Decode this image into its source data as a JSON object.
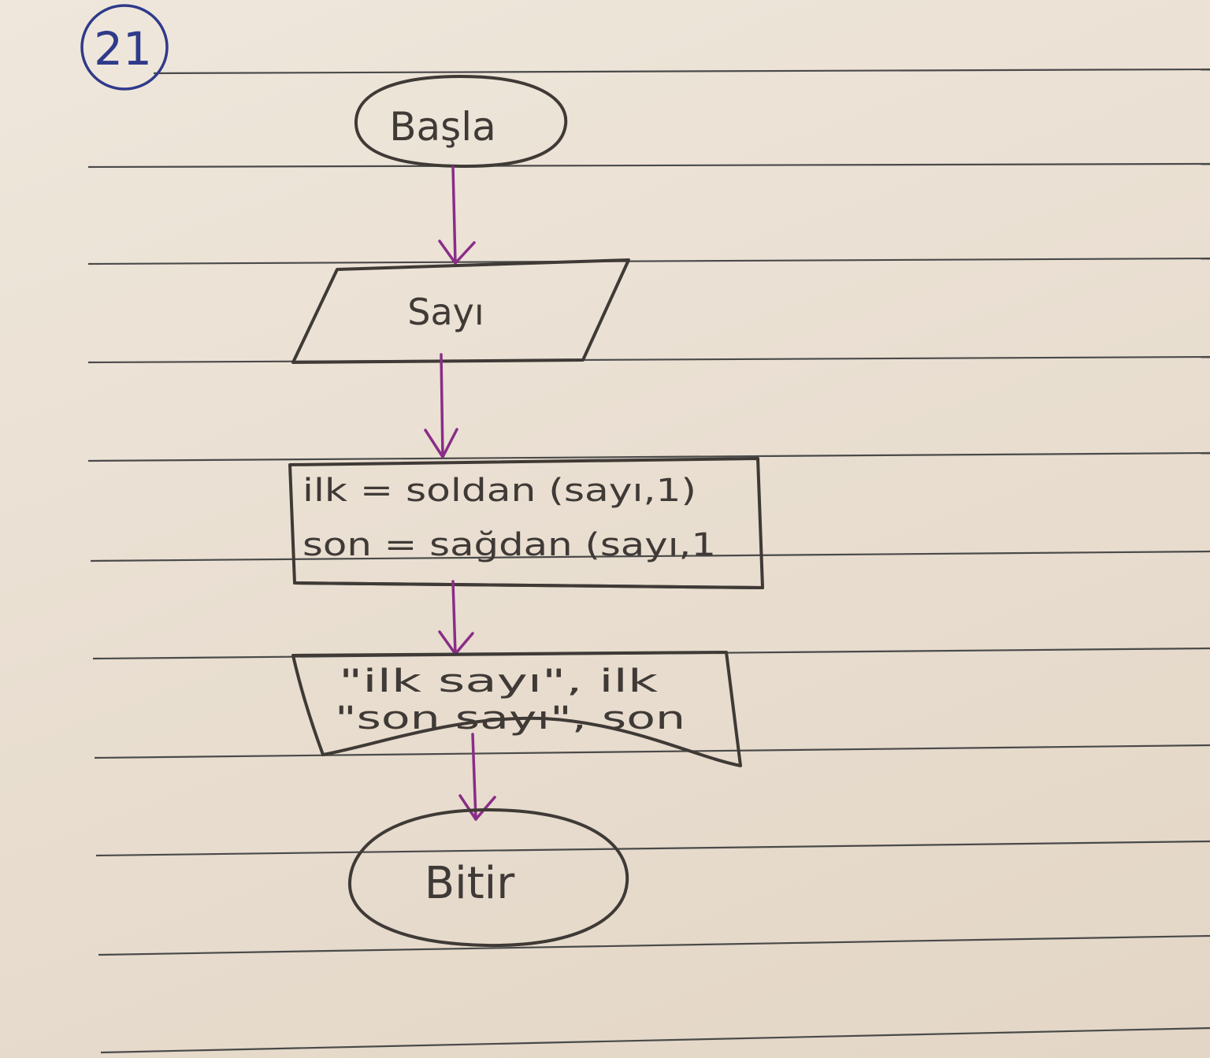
{
  "page_number": "21",
  "colors": {
    "paper": "#eae0d3",
    "ruled_lines": "#4a4a4a",
    "pencil": "#3f3a36",
    "arrows": "#8a2d87",
    "page_number_ink": "#2f3a8a"
  },
  "flowchart": {
    "start": {
      "label": "Başla"
    },
    "input": {
      "label": "Sayı"
    },
    "process": {
      "line1": "ilk = soldan (sayı,1)",
      "line2": "son = sağdan (sayı,1"
    },
    "output": {
      "line1": "\"ilk sayı\", ilk",
      "line2": "\"son sayı\", son"
    },
    "end": {
      "label": "Bitir"
    }
  }
}
